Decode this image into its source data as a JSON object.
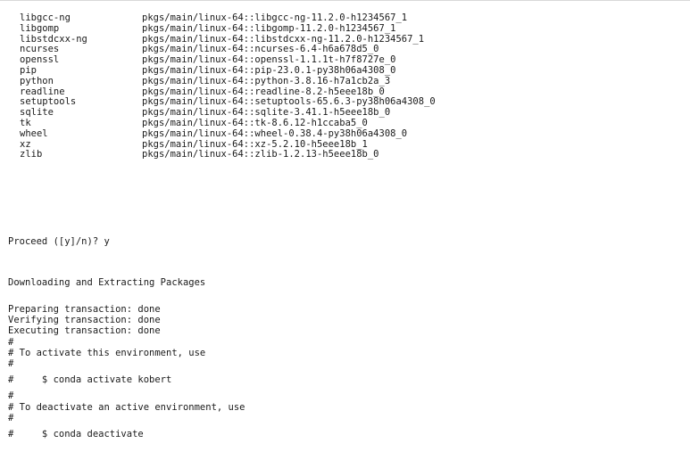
{
  "packages": [
    {
      "name": "libgcc-ng",
      "spec": "pkgs/main/linux-64::libgcc-ng-11.2.0-h1234567_1"
    },
    {
      "name": "libgomp",
      "spec": "pkgs/main/linux-64::libgomp-11.2.0-h1234567_1"
    },
    {
      "name": "libstdcxx-ng",
      "spec": "pkgs/main/linux-64::libstdcxx-ng-11.2.0-h1234567_1"
    },
    {
      "name": "ncurses",
      "spec": "pkgs/main/linux-64::ncurses-6.4-h6a678d5_0"
    },
    {
      "name": "openssl",
      "spec": "pkgs/main/linux-64::openssl-1.1.1t-h7f8727e_0"
    },
    {
      "name": "pip",
      "spec": "pkgs/main/linux-64::pip-23.0.1-py38h06a4308_0"
    },
    {
      "name": "python",
      "spec": "pkgs/main/linux-64::python-3.8.16-h7a1cb2a_3"
    },
    {
      "name": "readline",
      "spec": "pkgs/main/linux-64::readline-8.2-h5eee18b_0"
    },
    {
      "name": "setuptools",
      "spec": "pkgs/main/linux-64::setuptools-65.6.3-py38h06a4308_0"
    },
    {
      "name": "sqlite",
      "spec": "pkgs/main/linux-64::sqlite-3.41.1-h5eee18b_0"
    },
    {
      "name": "tk",
      "spec": "pkgs/main/linux-64::tk-8.6.12-h1ccaba5_0"
    },
    {
      "name": "wheel",
      "spec": "pkgs/main/linux-64::wheel-0.38.4-py38h06a4308_0"
    },
    {
      "name": "xz",
      "spec": "pkgs/main/linux-64::xz-5.2.10-h5eee18b_1"
    },
    {
      "name": "zlib",
      "spec": "pkgs/main/linux-64::zlib-1.2.13-h5eee18b_0"
    }
  ],
  "proceed_prompt": "Proceed ([y]/n)? y",
  "downloading": "Downloading and Extracting Packages",
  "transaction": {
    "preparing": "Preparing transaction: done",
    "verifying": "Verifying transaction: done",
    "executing": "Executing transaction: done"
  },
  "activation_notes": {
    "hash1": "#",
    "activate_header": "# To activate this environment, use",
    "hash2": "#",
    "activate_cmd": "#     $ conda activate kobert",
    "hash3": "#",
    "deactivate_header": "# To deactivate an active environment, use",
    "hash4": "#",
    "deactivate_cmd": "#     $ conda deactivate"
  }
}
